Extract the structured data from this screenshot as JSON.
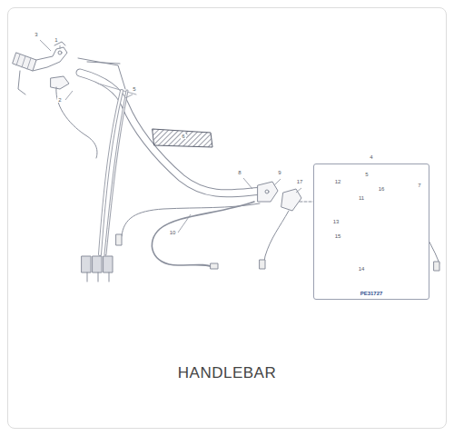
{
  "diagram": {
    "caption": "HANDLEBAR",
    "nodes": [
      {
        "text": [
          "4",
          "PE31727"
        ]
      }
    ],
    "edges": [],
    "labels": [
      "3",
      "1",
      "2",
      "5",
      "6",
      "8",
      "9",
      "17",
      "10",
      "5",
      "16",
      "12",
      "11",
      "13",
      "15",
      "14",
      "7"
    ]
  }
}
